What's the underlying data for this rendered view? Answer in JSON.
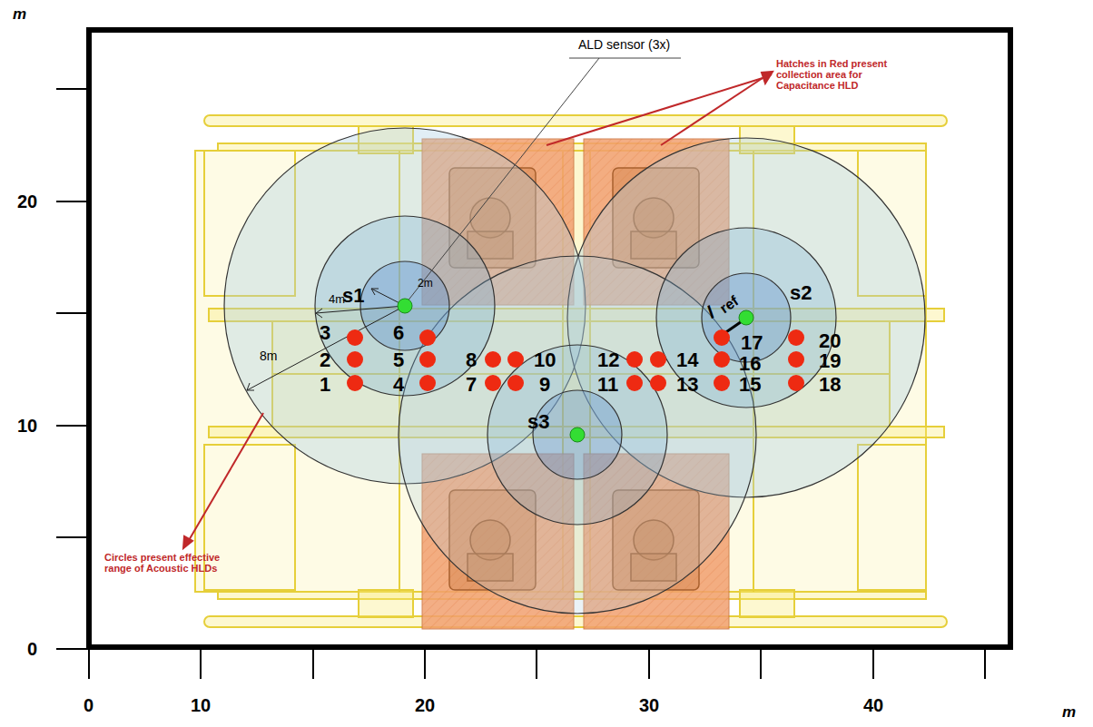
{
  "diagram": {
    "labels": [
      "m",
      "20",
      "10",
      "0",
      "0",
      "10",
      "20",
      "30",
      "40",
      "m",
      "ALD sensor (3x)",
      "Hatches in Red present collection area for Capacitance HLD",
      "2m",
      "4m",
      "8m",
      "s1",
      "s2",
      "s3",
      "l",
      "ref",
      "1",
      "2",
      "3",
      "4",
      "5",
      "6",
      "7",
      "8",
      "9",
      "10",
      "11",
      "12",
      "13",
      "14",
      "15",
      "16",
      "17",
      "18",
      "19",
      "20",
      "Circles present effective range of Acoustic HLDs"
    ]
  }
}
